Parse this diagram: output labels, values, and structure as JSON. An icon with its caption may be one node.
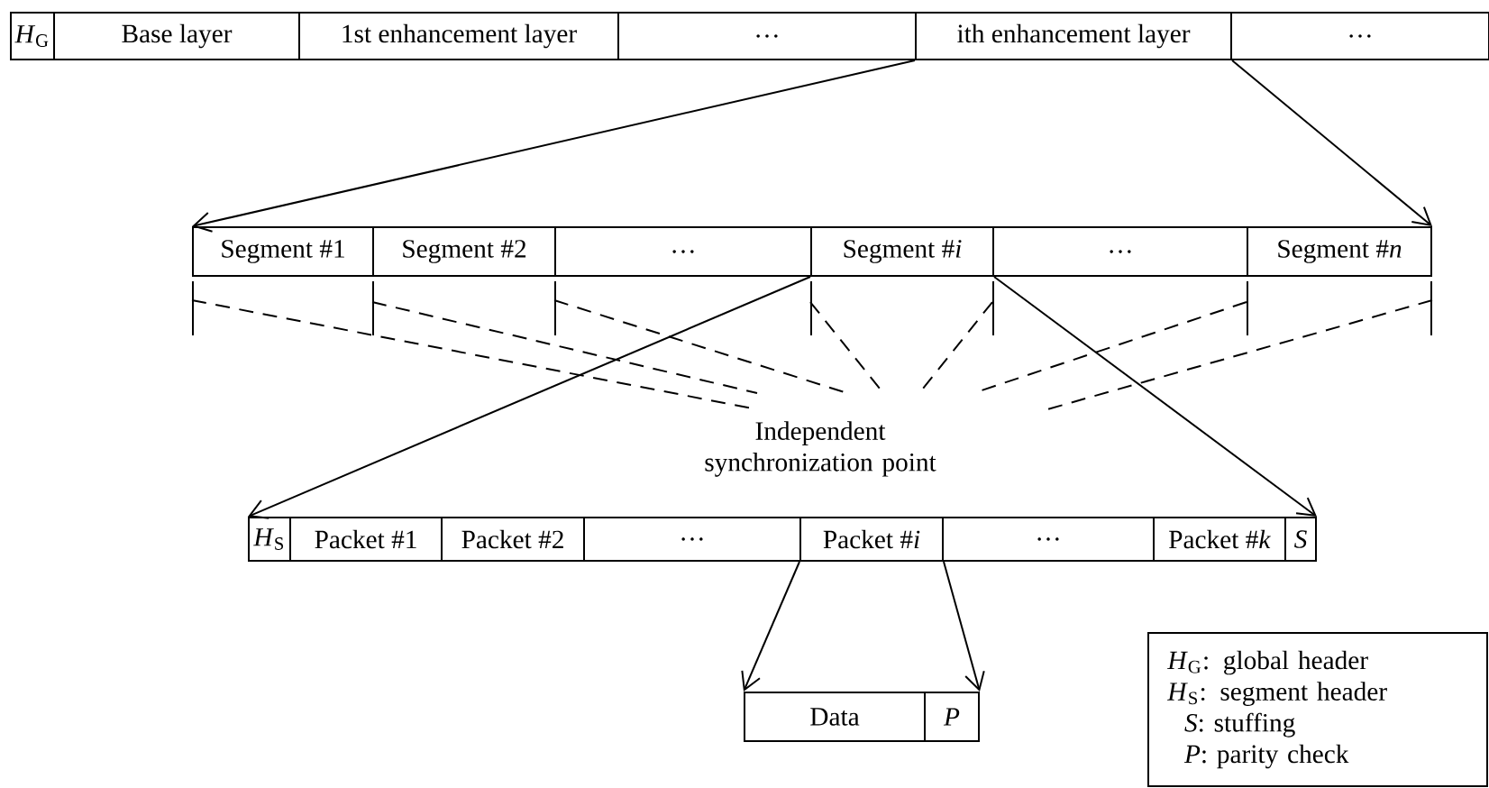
{
  "diagram": {
    "nodes": [
      {
        "text": [
          "*H*$_{G}$"
        ]
      },
      {
        "text": [
          "Base layer"
        ]
      },
      {
        "text": [
          "1st enhancement layer"
        ]
      },
      {
        "text": [
          "…"
        ]
      },
      {
        "text": [
          "ith enhancement layer"
        ]
      },
      {
        "text": [
          "…"
        ]
      },
      {
        "text": [
          "Segment #1"
        ]
      },
      {
        "text": [
          "Segment #2"
        ]
      },
      {
        "text": [
          "…"
        ]
      },
      {
        "text": [
          "Segment #*i*"
        ]
      },
      {
        "text": [
          "…"
        ]
      },
      {
        "text": [
          "Segment #*n*"
        ]
      },
      {
        "text": [
          "Independent synchronization point"
        ]
      },
      {
        "text": [
          "*H*$_{S}$"
        ]
      },
      {
        "text": [
          "Packet #1"
        ]
      },
      {
        "text": [
          "Packet #2"
        ]
      },
      {
        "text": [
          "…"
        ]
      },
      {
        "text": [
          "Packet #*i*"
        ]
      },
      {
        "text": [
          "…"
        ]
      },
      {
        "text": [
          "Packet #*k*"
        ]
      },
      {
        "text": [
          "*S*"
        ]
      },
      {
        "text": [
          "Data"
        ]
      },
      {
        "text": [
          "*P*"
        ]
      },
      {
        "text": [
          "*H*$_{G}$: global header",
          "*H*$_{S}$: segment header",
          "*S*: stuffing",
          "*P*: parity check"
        ]
      }
    ],
    "edges": [
      {
        "from": 4,
        "to": 6,
        "arrow": "to"
      },
      {
        "from": 4,
        "to": 11,
        "arrow": "to"
      },
      {
        "from": 6,
        "to": 12,
        "arrow": "none",
        "style": "dashed"
      },
      {
        "from": 7,
        "to": 12,
        "arrow": "none",
        "style": "dashed"
      },
      {
        "from": 8,
        "to": 12,
        "arrow": "none",
        "style": "dashed"
      },
      {
        "from": 9,
        "to": 12,
        "arrow": "none",
        "style": "dashed"
      },
      {
        "from": 10,
        "to": 12,
        "arrow": "none",
        "style": "dashed"
      },
      {
        "from": 11,
        "to": 12,
        "arrow": "none",
        "style": "dashed"
      },
      {
        "from": 11,
        "to": 12,
        "arrow": "none",
        "style": "dashed"
      },
      {
        "from": 9,
        "to": 13,
        "arrow": "to"
      },
      {
        "from": 9,
        "to": 20,
        "arrow": "to"
      },
      {
        "from": 17,
        "to": 21,
        "arrow": "to"
      },
      {
        "from": 17,
        "to": 22,
        "arrow": "to"
      }
    ]
  }
}
